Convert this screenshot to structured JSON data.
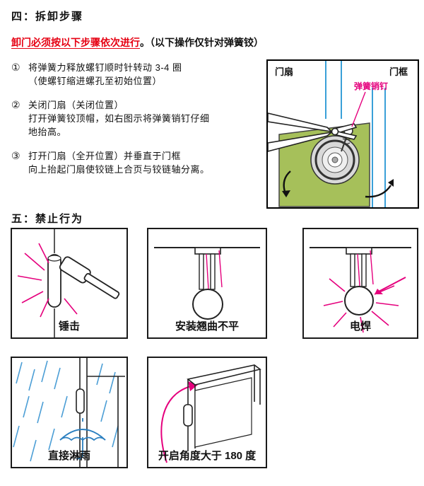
{
  "colors": {
    "warning_red": "#e60012",
    "accent_magenta": "#e5007d",
    "panel_green": "#a6c05a",
    "frame_blue": "#3aa0d8",
    "rain_blue": "#4d9fd6"
  },
  "section4": {
    "heading": "四：拆卸步骤",
    "warning_underlined": "卸门必须按以下步骤依次进行",
    "warning_rest": "。（以下操作仅针对弹簧铰）",
    "steps": [
      {
        "num": "①",
        "lines": [
          "将弹簧力释放螺钉顺时针转动 3-4 圈",
          "（使螺钉缩进螺孔至初始位置）"
        ]
      },
      {
        "num": "②",
        "lines": [
          "关闭门扇（关闭位置）",
          "打开弹簧铰顶帽，如右图示将弹簧销钉仔细",
          "地抬高。"
        ]
      },
      {
        "num": "③",
        "lines": [
          "打开门扇（全开位置）并垂直于门框",
          "向上抬起门扇使铰链上合页与铰链轴分离。"
        ]
      }
    ],
    "diagram": {
      "label_door_leaf": "门扇",
      "label_door_frame": "门框",
      "label_spring_pin": "弹簧销钉"
    }
  },
  "section5": {
    "heading": "五：禁止行为",
    "prohibitions": [
      {
        "caption": "锤击"
      },
      {
        "caption": "安装翘曲不平"
      },
      {
        "caption": "电焊"
      },
      {
        "caption": "直接淋雨"
      },
      {
        "caption": "开启角度大于 180 度"
      }
    ]
  }
}
